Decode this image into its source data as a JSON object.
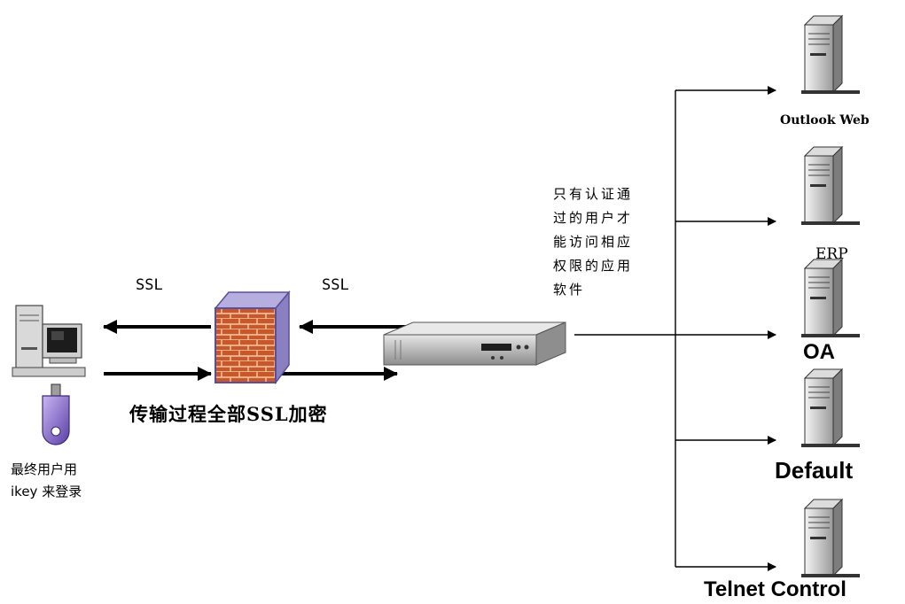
{
  "ssl_labels": [
    "SSL",
    "SSL"
  ],
  "caption": "传输过程全部SSL加密",
  "auth_note": [
    "只有认证通",
    "过的用户才",
    "能访问相应",
    "权限的应用",
    "软件"
  ],
  "end_user_note": [
    "最终用户用",
    "ikey 来登录"
  ],
  "servers": [
    "Outlook Web",
    "ERP",
    "OA",
    "Default",
    "Telnet Control"
  ],
  "colors": {
    "brick": "#c85a2a",
    "firewall_frame": "#8a7fc0",
    "line": "#000000"
  }
}
